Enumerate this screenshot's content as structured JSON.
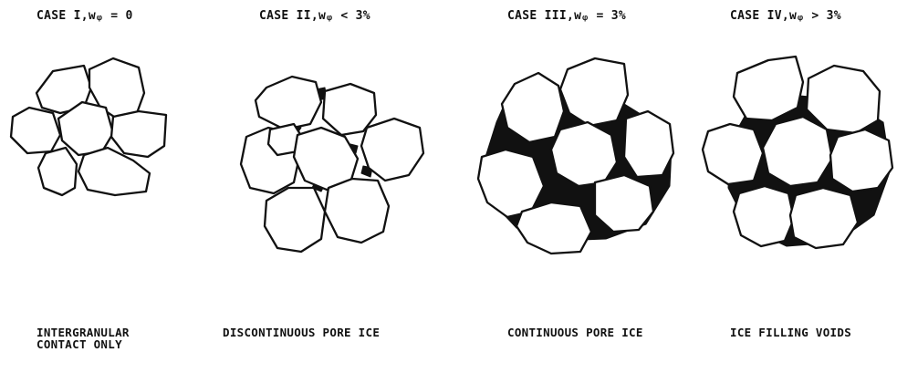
{
  "cases": [
    {
      "title": "CASE I,wᵩ = 0",
      "caption": "INTERGRANULAR\nCONTACT ONLY"
    },
    {
      "title": "CASE II,wᵩ < 3%",
      "caption": "DISCONTINUOUS PORE ICE"
    },
    {
      "title": "CASE III,wᵩ = 3%",
      "caption": "CONTINUOUS PORE ICE"
    },
    {
      "title": "CASE IV,wᵩ > 3%",
      "caption": "ICE FILLING VOIDS"
    }
  ],
  "colors": {
    "ink": "#111111",
    "background": "#ffffff"
  }
}
